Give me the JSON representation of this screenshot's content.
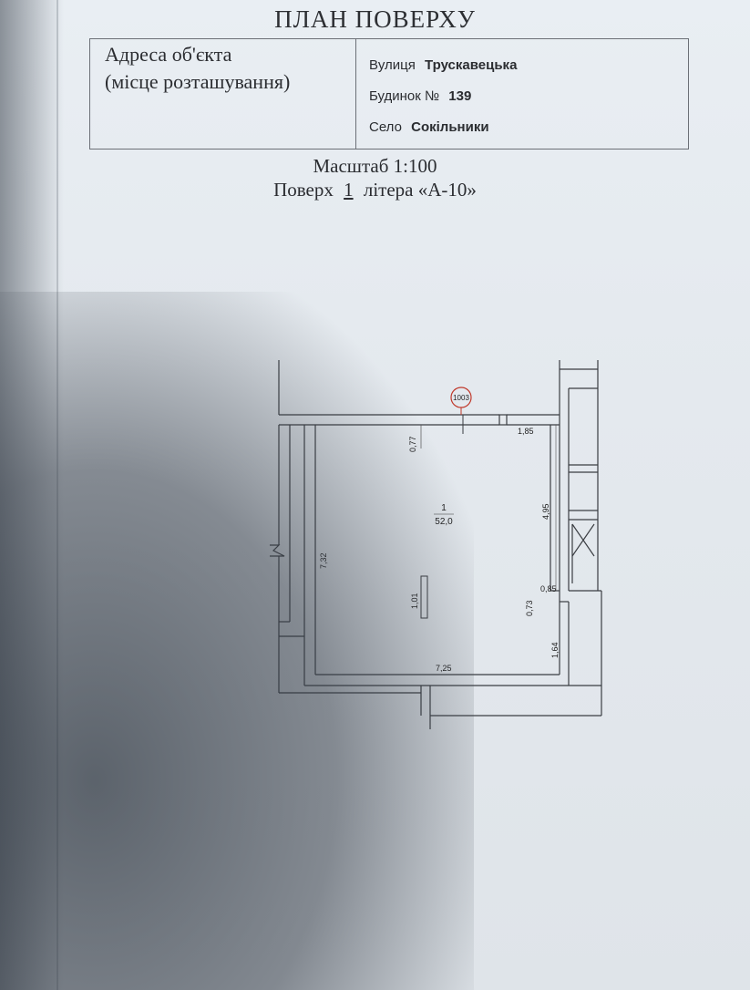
{
  "document": {
    "title": "ПЛАН ПОВЕРХУ",
    "address": {
      "label_line1": "Адреса об'єкта",
      "label_line2": "(місце розташування)",
      "street_label": "Вулиця",
      "street_value": "Трускавецька",
      "building_label": "Будинок №",
      "building_value": "139",
      "village_label": "Село",
      "village_value": "Сокільники"
    },
    "scale": "Масштаб 1:100",
    "floor_prefix": "Поверх",
    "floor_number": "1",
    "floor_suffix": "літера «А-10»"
  },
  "plan": {
    "marker": "1003",
    "room_number": "1",
    "room_area": "52,0",
    "dimensions": {
      "d_077": "0,77",
      "d_185": "1,85",
      "d_495": "4,95",
      "d_732": "7,32",
      "d_101": "1,01",
      "d_085": "0,85",
      "d_073": "0,73",
      "d_164": "1,64",
      "d_725": "7,25"
    }
  }
}
